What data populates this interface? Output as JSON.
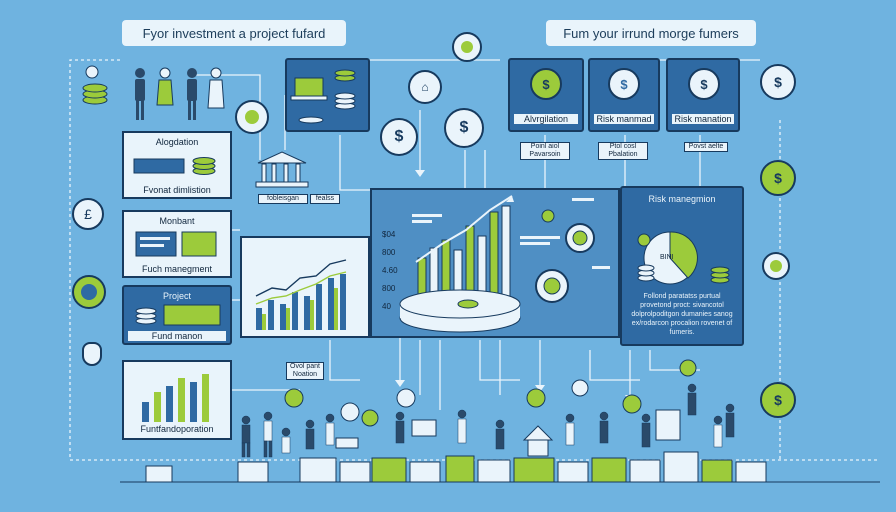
{
  "banners": {
    "left": "Fyor investment a project fufard",
    "right": "Fum your irrund morge fumers"
  },
  "left_panels": {
    "alloc": {
      "title": "Alogdation",
      "caption": "Fvonat dimlistion"
    },
    "mgmt": {
      "title": "Monbant",
      "caption": "Fuch manegment"
    },
    "project": {
      "title": "Project",
      "caption": "Fund manon"
    },
    "funding": {
      "caption": "Funtfandoporation"
    }
  },
  "top_cards": {
    "alg": "Alvrgilation",
    "risk1": "Risk manmad",
    "risk2": "Risk manation"
  },
  "notes": {
    "n1": "Poinl aiol Pavarsoin",
    "n2": "Ptol cosl Pbalation",
    "n3": "Povst aelte",
    "n4": "Ovol pant Noation",
    "bank_sign": "fobleisgan",
    "bank_sign2": "fealss"
  },
  "chart_labels": [
    "$04",
    "800",
    "4.60",
    "800",
    "40"
  ],
  "right_panel": {
    "title": "Risk manegmion",
    "pie_label": "BINI",
    "text": "Follond paratatss purtual provetond proct: sivancotol dolprolpoditgon dumanies sanog ex/rodarcon procalion rovenet of fumeris."
  },
  "colors": {
    "accent_green": "#9ccb3b",
    "panel_blue": "#2f6aa3",
    "outline": "#173a5e",
    "background": "#6fb3e0"
  },
  "icons": [
    "dollar-coin-icon",
    "bank-icon",
    "lightbulb-icon",
    "person-icon",
    "pie-chart-icon",
    "money-bag-icon",
    "house-icon"
  ]
}
